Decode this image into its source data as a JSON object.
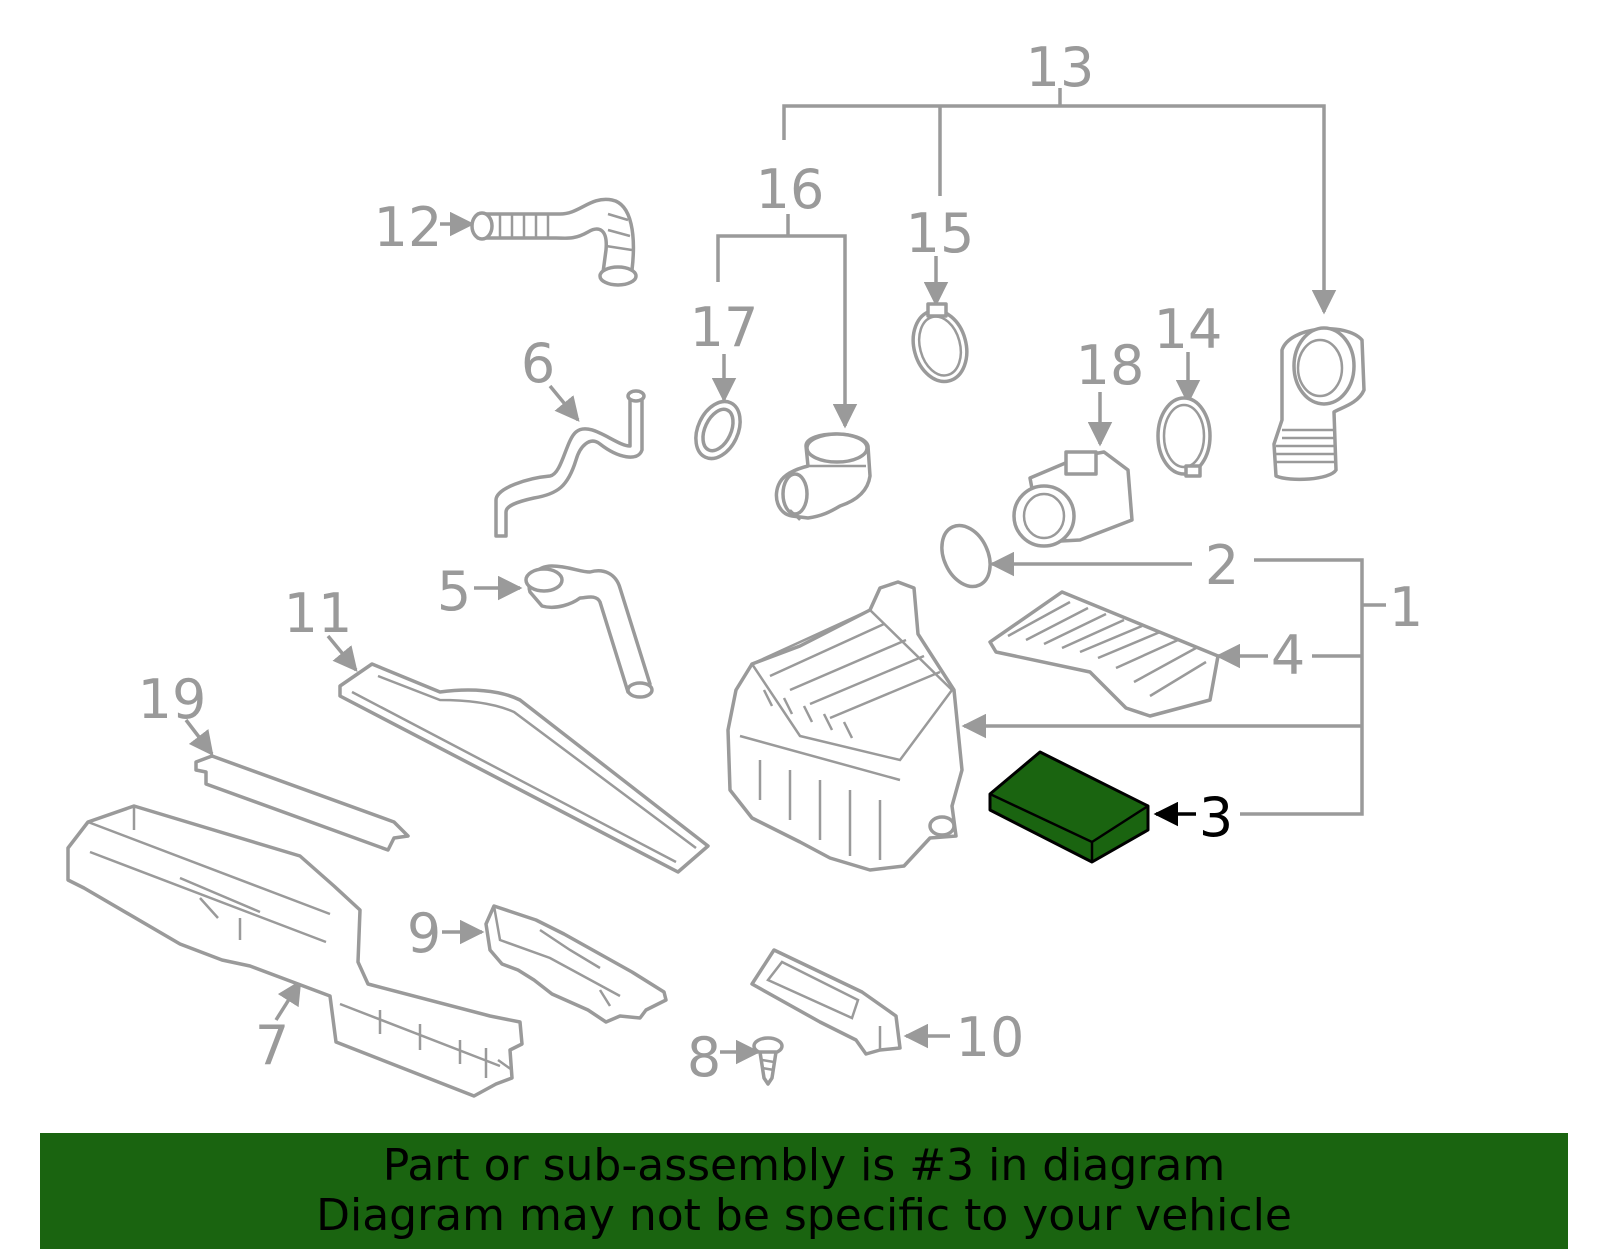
{
  "colors": {
    "highlight": "#1a6410",
    "linework": "#9a9a9a",
    "banner_bg": "#1a6410",
    "banner_text": "#000000"
  },
  "highlighted_part": "3",
  "callouts": {
    "c1": "1",
    "c2": "2",
    "c3": "3",
    "c4": "4",
    "c5": "5",
    "c6": "6",
    "c7": "7",
    "c8": "8",
    "c9": "9",
    "c10": "10",
    "c11": "11",
    "c12": "12",
    "c13": "13",
    "c14": "14",
    "c15": "15",
    "c16": "16",
    "c17": "17",
    "c18": "18",
    "c19": "19"
  },
  "banner": {
    "line1": "Part or sub-assembly is #3 in diagram",
    "line2": "Diagram may not be specific to your vehicle"
  }
}
